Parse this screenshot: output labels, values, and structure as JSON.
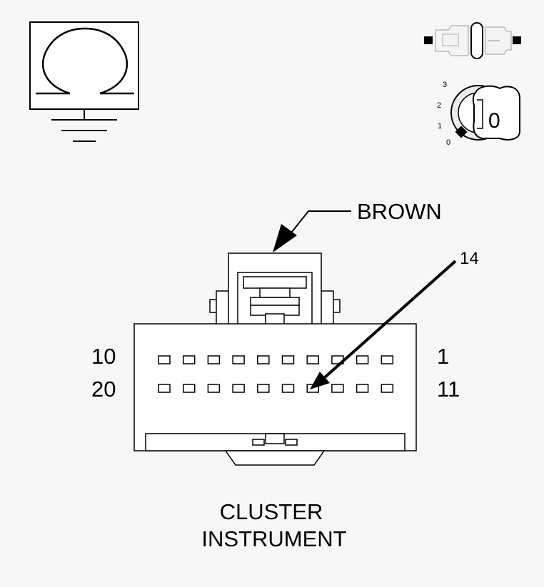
{
  "wire_color": "BROWN",
  "pin_callout": "14",
  "row_labels": {
    "top_left": "10",
    "top_right": "1",
    "bottom_left": "20",
    "bottom_right": "11"
  },
  "ignition_positions": [
    "3",
    "2",
    "1",
    "0"
  ],
  "key_position": "0",
  "caption": {
    "line1": "CLUSTER",
    "line2": "INSTRUMENT"
  },
  "icons": {
    "meter": "ohmmeter-ground-icon",
    "disconnect": "connector-disconnect-icon",
    "ignition": "ignition-off-icon"
  }
}
